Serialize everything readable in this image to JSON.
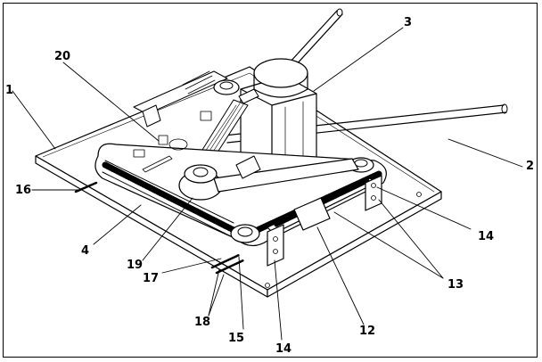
{
  "labels": {
    "l1": "1",
    "l2": "2",
    "l3": "3",
    "l4": "4",
    "l12": "12",
    "l13": "13",
    "l14a": "14",
    "l14b": "14",
    "l15": "15",
    "l16": "16",
    "l17": "17",
    "l18": "18",
    "l19": "19",
    "l20": "20"
  }
}
